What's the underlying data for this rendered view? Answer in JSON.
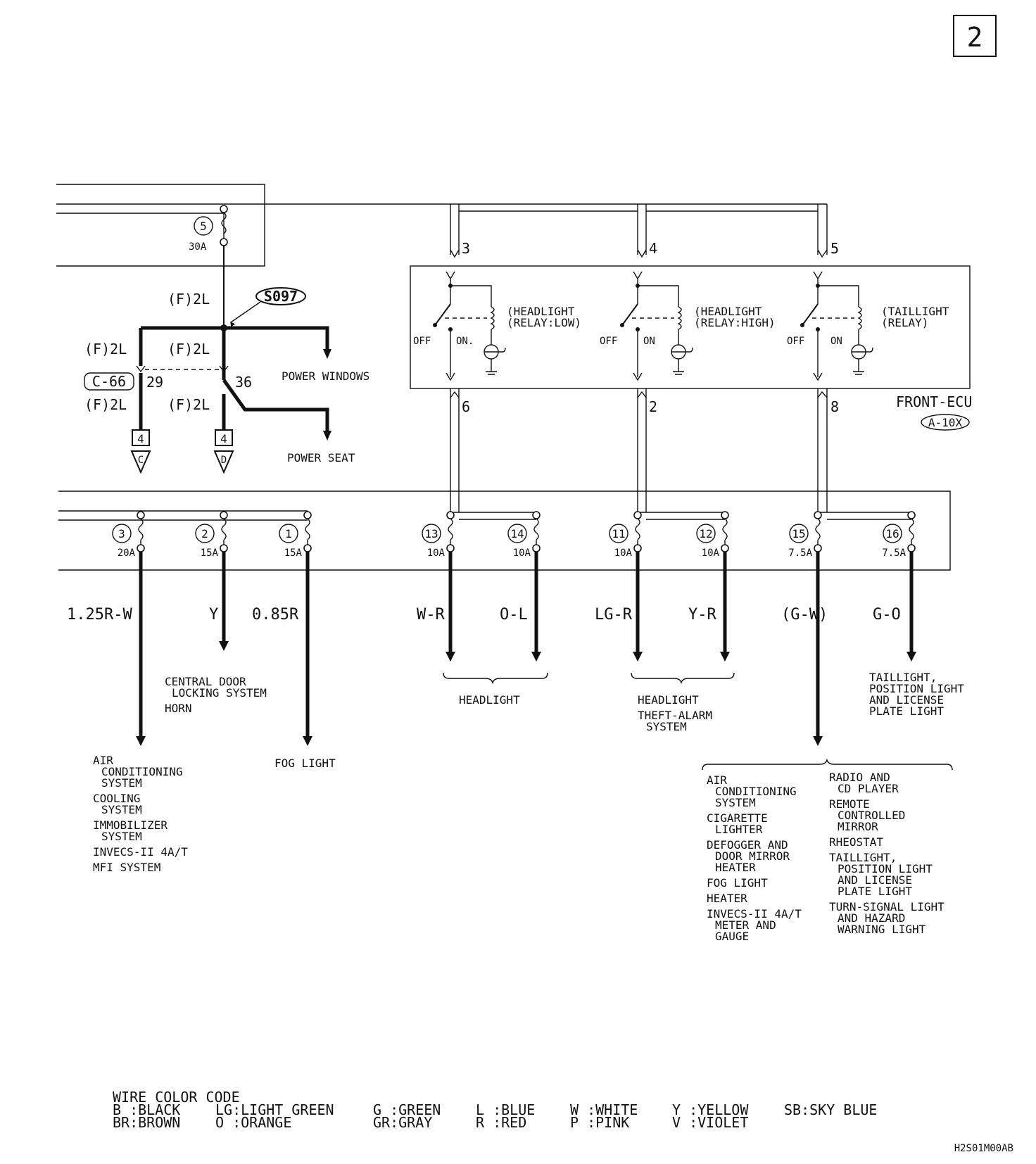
{
  "page_number": "2",
  "drawing_id": "H2S01M00AB",
  "fusible_link": {
    "number": "5",
    "rating": "30A"
  },
  "splice": {
    "label": "S097"
  },
  "wire_spec": "(F)2L",
  "connector": {
    "label": "C-66",
    "pin_left": "29",
    "pin_right": "36"
  },
  "outputs": {
    "power_windows": "POWER WINDOWS",
    "power_seat": "POWER SEAT"
  },
  "jump_c": {
    "page": "4",
    "letter": "C"
  },
  "jump_d": {
    "page": "4",
    "letter": "D"
  },
  "ecu": {
    "name": "FRONT-ECU",
    "code": "A-10X",
    "input_pins": [
      "3",
      "4",
      "5"
    ],
    "output_pins": [
      "6",
      "2",
      "8"
    ],
    "relays": [
      {
        "line1": "(HEADLIGHT",
        "line2": "(RELAY:LOW)",
        "off": "OFF",
        "on": "ON."
      },
      {
        "line1": "(HEADLIGHT",
        "line2": "(RELAY:HIGH)",
        "off": "OFF",
        "on": "ON"
      },
      {
        "line1": "(TAILLIGHT",
        "line2": "(RELAY)",
        "off": "OFF",
        "on": "ON"
      }
    ]
  },
  "fuses": [
    {
      "number": "3",
      "rating": "20A",
      "wire": "1.25R-W"
    },
    {
      "number": "2",
      "rating": "15A",
      "wire": "Y"
    },
    {
      "number": "1",
      "rating": "15A",
      "wire": "0.85R"
    },
    {
      "number": "13",
      "rating": "10A",
      "wire": "W-R"
    },
    {
      "number": "14",
      "rating": "10A",
      "wire": "O-L"
    },
    {
      "number": "11",
      "rating": "10A",
      "wire": "LG-R"
    },
    {
      "number": "12",
      "rating": "10A",
      "wire": "Y-R"
    },
    {
      "number": "15",
      "rating": "7.5A",
      "wire": "(G-W)"
    },
    {
      "number": "16",
      "rating": "7.5A",
      "wire": "G-O"
    }
  ],
  "destinations": {
    "fuse3": [
      "AIR",
      "CONDITIONING",
      "SYSTEM",
      "COOLING",
      "SYSTEM",
      "IMMOBILIZER",
      "SYSTEM",
      "INVECS-II 4A/T",
      "MFI SYSTEM"
    ],
    "fuse2": [
      "CENTRAL DOOR",
      "LOCKING SYSTEM",
      "HORN"
    ],
    "fuse1": "FOG LIGHT",
    "fuse13_14": "HEADLIGHT",
    "fuse11_12": [
      "HEADLIGHT",
      "THEFT-ALARM",
      "SYSTEM"
    ],
    "fuse16": [
      "TAILLIGHT,",
      "POSITION LIGHT",
      "AND LICENSE",
      "PLATE LIGHT"
    ],
    "fuse15_left": [
      "AIR",
      "CONDITIONING",
      "SYSTEM",
      "CIGARETTE",
      "LIGHTER",
      "DEFOGGER AND",
      "DOOR MIRROR",
      "HEATER",
      "FOG LIGHT",
      "HEATER",
      "INVECS-II 4A/T",
      "METER AND",
      "GAUGE"
    ],
    "fuse15_right": [
      "RADIO AND",
      "CD PLAYER",
      "REMOTE",
      "CONTROLLED",
      "MIRROR",
      "RHEOSTAT",
      "TAILLIGHT,",
      "POSITION LIGHT",
      "AND LICENSE",
      "PLATE LIGHT",
      "TURN-SIGNAL LIGHT",
      "AND HAZARD",
      "WARNING LIGHT"
    ]
  },
  "legend": {
    "title": "WIRE COLOR CODE",
    "row1": [
      "B :BLACK",
      "LG:LIGHT GREEN",
      "G :GREEN",
      "L :BLUE",
      "W :WHITE",
      "Y :YELLOW",
      "SB:SKY BLUE"
    ],
    "row2": [
      "BR:BROWN",
      "O :ORANGE",
      "GR:GRAY",
      "R :RED",
      "P :PINK",
      "V :VIOLET"
    ]
  }
}
